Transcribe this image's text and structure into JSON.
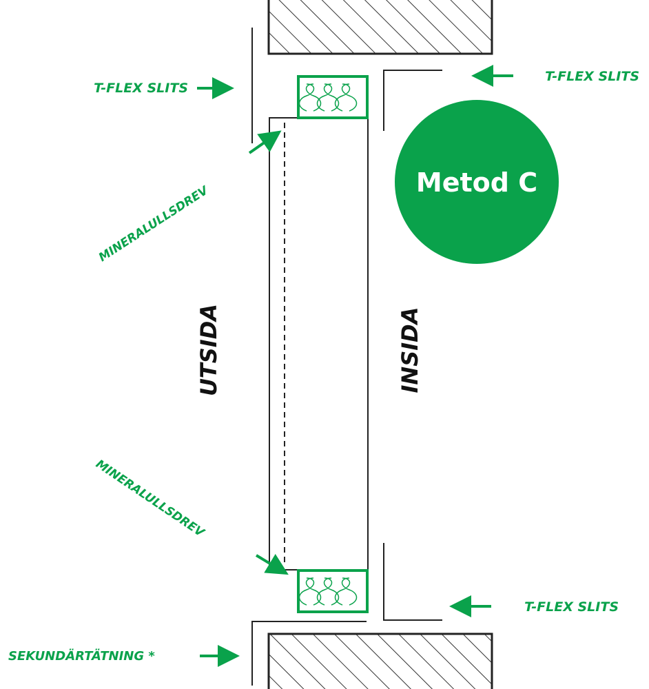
{
  "badge": {
    "text": "Metod C"
  },
  "labels": {
    "tflex_top_left": "T-FLEX SLITS",
    "tflex_top_right": "T-FLEX SLITS",
    "tflex_bottom_right": "T-FLEX SLITS",
    "mineral_top": "MINERALULLSDREV",
    "mineral_bottom": "MINERALULLSDREV",
    "secondary_seal": "SEKUNDÄRTÄTNING *"
  },
  "sides": {
    "outside": "UTSIDA",
    "inside": "INSIDA"
  },
  "colors": {
    "green": "#0AA24B",
    "black": "#222222"
  }
}
